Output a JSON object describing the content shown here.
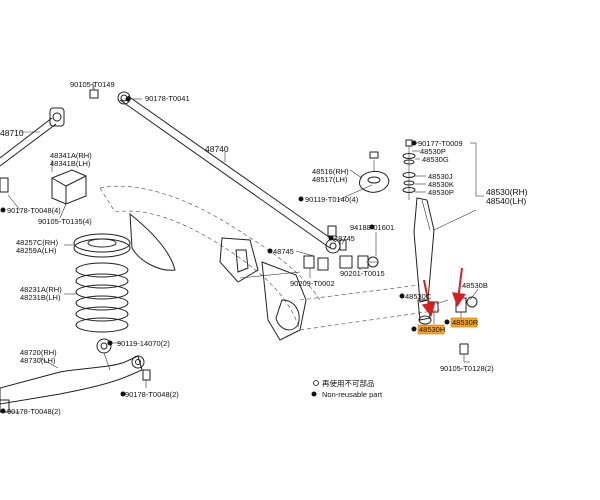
{
  "labels": {
    "p90105_t0149": "90105-T0149",
    "p90178_t0041": "90178-T0041",
    "p48710": "48710",
    "p48740": "48740",
    "p48341a": "48341A(RH)",
    "p48341b": "48341B(LH)",
    "p90178_t0048_4": "90178-T0048(4)",
    "p90105_t0135_4": "90105-T0135(4)",
    "p48257c": "48257C(RH)",
    "p48259a": "48259A(LH)",
    "p48231a": "48231A(RH)",
    "p48231b": "48231B(LH)",
    "p48720": "48720(RH)",
    "p48730": "48730(LH)",
    "p90119_t0140_4": "90119-T0140(4)",
    "p90119_14070_2": "90119-14070(2)",
    "p90178_t0048_2a": "90178-T0048(2)",
    "p90178_t0048_2b": "90178-T0048(2)",
    "p48516": "48516(RH)",
    "p48517": "48517(LH)",
    "p94188_01601": "94188-01601",
    "p48745a": "48745",
    "p48745b": "48745",
    "p90209_t0002": "90209-T0002",
    "p90201_t0015": "90201-T0015",
    "p90177_t0009": "90177-T0009",
    "p48530p_a": "48530P",
    "p48530g": "48530G",
    "p48530j": "48530J",
    "p48530k": "48530K",
    "p48530p_b": "48530P",
    "p48530": "48530(RH)",
    "p48540": "48540(LH)",
    "p48530b": "48530B",
    "p48530c": "48530C",
    "p48530h": "48530H",
    "p48530r": "48530R",
    "p90105_t0128_2": "90105-T0128(2)"
  },
  "legend": {
    "jp": "再使用不可部品",
    "en": "Non-reusable part"
  },
  "colors": {
    "highlight": "#f7a428",
    "arrow": "#d81f1f",
    "line": "#222222"
  }
}
